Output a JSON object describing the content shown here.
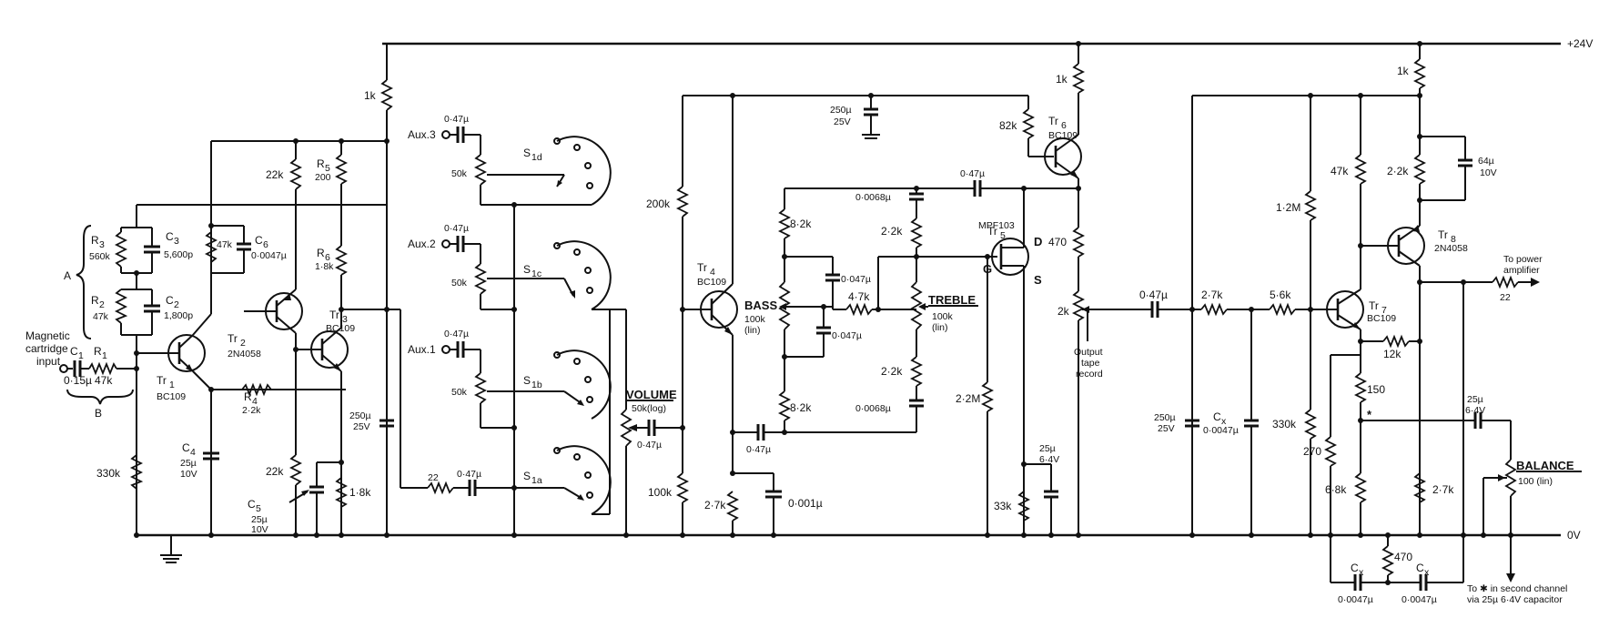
{
  "rails": {
    "plus": "+24V",
    "zero": "0V"
  },
  "input": {
    "l1": "Magnetic",
    "l2": "cartridge",
    "l3": "input",
    "A": "A",
    "B": "B"
  },
  "stage1": {
    "C1": "C",
    "C1s": "1",
    "C1v": "0·15µ",
    "R1": "R",
    "R1s": "1",
    "R1v": "47k",
    "R3": "R",
    "R3s": "3",
    "R3v": "560k",
    "C3": "C",
    "C3s": "3",
    "C3v": "5,600p",
    "R2": "R",
    "R2s": "2",
    "R2v": "47k",
    "C2": "C",
    "C2s": "2",
    "C2v": "1,800p",
    "r47k": "47k",
    "C6": "C",
    "C6s": "6",
    "C6v": "0·0047µ",
    "Tr1": "Tr",
    "Tr1s": "1",
    "Tr1t": "BC109",
    "r330k": "330k",
    "R4": "R",
    "R4s": "4",
    "R4v": "2·2k",
    "C4": "C",
    "C4s": "4",
    "C4v1": "25µ",
    "C4v2": "10V",
    "r22k_top": "22k",
    "r22k_bot": "22k",
    "Tr2": "Tr",
    "Tr2s": "2",
    "Tr2t": "2N4058",
    "R5": "R",
    "R5s": "5",
    "R5v": "200",
    "R6": "R",
    "R6s": "6",
    "R6v": "1·8k",
    "Tr3": "Tr",
    "Tr3s": "3",
    "Tr3t": "BC109",
    "C5": "C",
    "C5s": "5",
    "C5v1": "25µ",
    "C5v2": "10V",
    "r18k": "1·8k",
    "r1k": "1k",
    "c250": "250µ",
    "c250v": "25V"
  },
  "selector": {
    "aux3": "Aux.3",
    "aux2": "Aux.2",
    "aux1": "Aux.1",
    "cap": "0·47µ",
    "pot": "50k",
    "S": "S",
    "Sd": "1d",
    "Sc": "1c",
    "Sb": "1b",
    "Sa": "1a",
    "r22": "22",
    "c047": "0·47µ"
  },
  "volume": {
    "label": "VOLUME",
    "val": "50k(log)",
    "cap": "0·47µ"
  },
  "tone": {
    "r200k": "200k",
    "r100k": "100k",
    "Tr4": "Tr",
    "Tr4s": "4",
    "Tr4t": "BC109",
    "r27k": "2·7k",
    "c001": "0·001µ",
    "c047b": "0·47µ",
    "cdec": "250µ",
    "cdecv": "25V",
    "bass": "BASS",
    "bassv1": "100k",
    "bassv2": "(lin)",
    "treble": "TREBLE",
    "treblev1": "100k",
    "treblev2": "(lin)",
    "r82k_1": "8·2k",
    "r82k_2": "8·2k",
    "c0047_1": "0·047µ",
    "c0047_2": "0·047µ",
    "r47k": "4·7k",
    "c0068_1": "0·0068µ",
    "c0068_2": "0·0068µ",
    "r22k_1": "2·2k",
    "r22k_2": "2·2k",
    "c047c": "0·47µ",
    "r22M": "2·2M"
  },
  "buffer": {
    "Tr5": "Tr",
    "Tr5s": "5",
    "Tr5t": "MPF103",
    "G": "G",
    "D": "D",
    "S": "S",
    "Tr6": "Tr",
    "Tr6s": "6",
    "Tr6t": "BC109",
    "r1k": "1k",
    "r82k": "82k",
    "r470": "470",
    "r2k": "2k",
    "r33k": "33k",
    "c25": "25µ",
    "c25v": "6·4V",
    "tape1": "Output",
    "tape2": "tape",
    "tape3": "record"
  },
  "output": {
    "c047": "0·47µ",
    "r27k": "2·7k",
    "r56k": "5·6k",
    "c250": "250µ",
    "c250v": "25V",
    "cx": "C",
    "cxs": "x",
    "cxv": "0·0047µ",
    "r330k": "330k",
    "r12M": "1·2M",
    "r47k": "47k",
    "Tr7": "Tr",
    "Tr7s": "7",
    "Tr7t": "BC109",
    "r1k": "1k",
    "r22k": "2·2k",
    "c64": "64µ",
    "c64v": "10V",
    "Tr8": "Tr",
    "Tr8s": "8",
    "Tr8t": "2N4058",
    "to1": "To power",
    "to2": "amplifier",
    "r22": "22",
    "r12k": "12k",
    "r150": "150",
    "r270": "270",
    "r68k": "6·8k",
    "r27kb": "2·7k",
    "star": "*",
    "c25": "25µ",
    "c25v": "6·4V",
    "balance": "BALANCE",
    "balv": "100 (lin)",
    "r470": "470",
    "cxa": "C",
    "cxas": "x",
    "cxav": "0·0047µ",
    "cxb": "C",
    "cxbs": "x",
    "cxbv": "0·0047µ",
    "note1": "To ✱ in second channel",
    "note2": "via 25µ 6·4V capacitor"
  }
}
